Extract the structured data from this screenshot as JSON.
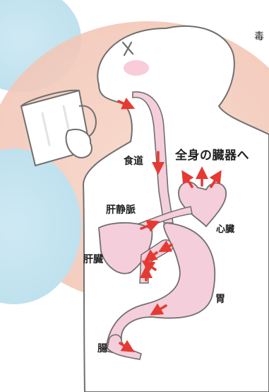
{
  "corner_text": "毒",
  "labels": {
    "esophagus": "食道",
    "all_organs": "全身の臓器へ",
    "portal_vein": "肝静脈",
    "heart": "心臓",
    "liver": "肝臓",
    "stomach": "胃",
    "intestine": "腸"
  },
  "colors": {
    "arrow": "#e53a33",
    "organ_pink": "#f5cedb",
    "body_fill": "#ffffff",
    "line": "#6f6f6f",
    "bg_blue": "#bfe1ee",
    "bg_peach": "#f6cdbd"
  }
}
